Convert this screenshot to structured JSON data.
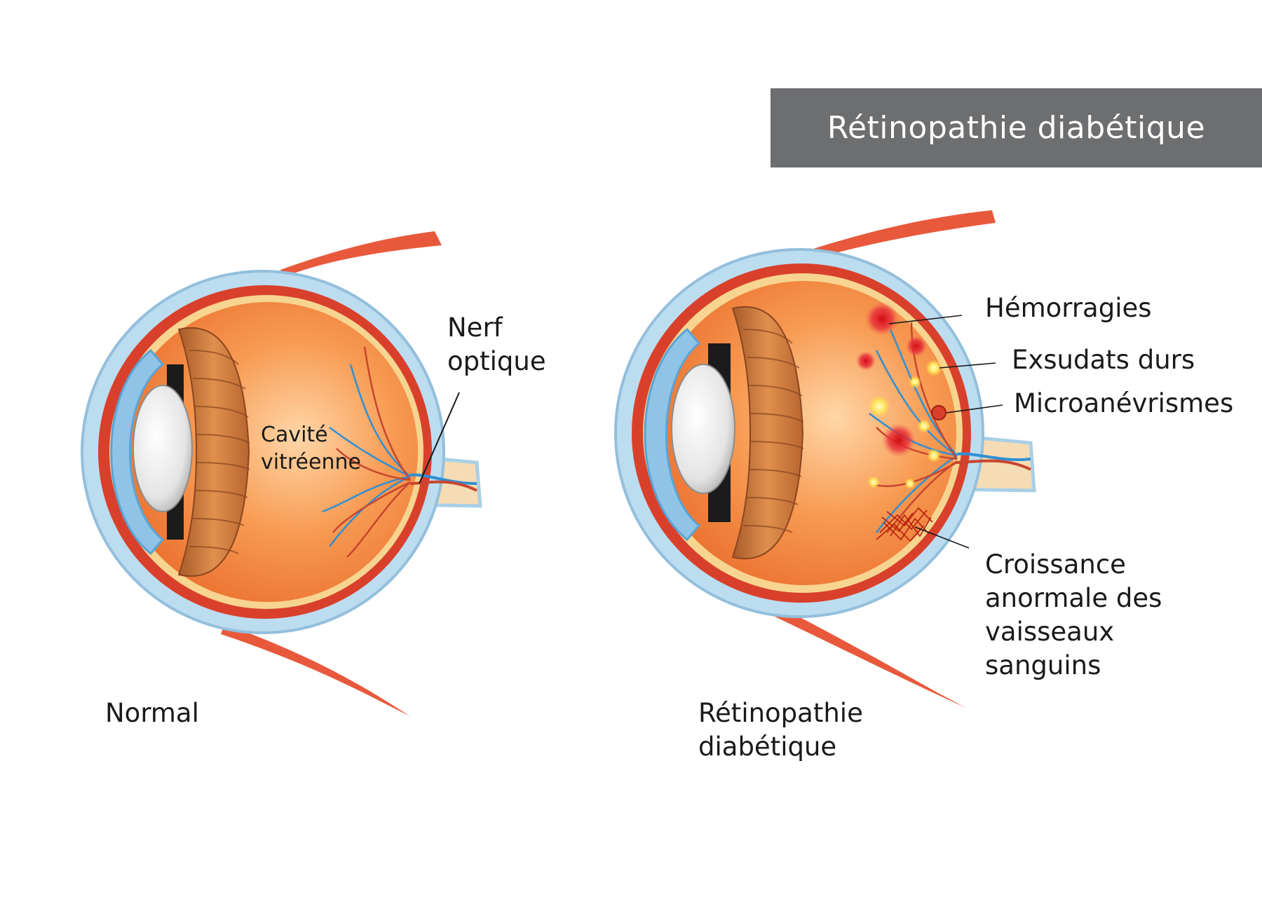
{
  "header": {
    "title": "Rétinopathie diabétique"
  },
  "normal_eye": {
    "caption": "Normal",
    "label_nerve_line1": "Nerf",
    "label_nerve_line2": "optique",
    "label_cavity_line1": "Cavité",
    "label_cavity_line2": "vitréenne"
  },
  "diabetic_eye": {
    "caption_line1": "Rétinopathie",
    "caption_line2": "diabétique",
    "label_hemorrhages": "Hémorragies",
    "label_exudates": "Exsudats durs",
    "label_microaneurysms": "Microanévrismes",
    "label_growth_line1": "Croissance",
    "label_growth_line2": "anormale des",
    "label_growth_line3": "vaisseaux",
    "label_growth_line4": "sanguins"
  },
  "colors": {
    "banner": "#6d6e70",
    "sclera": "#a9cfe6",
    "vitreous": "#f28b44",
    "muscle": "#e8593c",
    "lens_body": "#c9773f",
    "blood": "#d22a1e",
    "vein": "#2f8fd4",
    "exudate": "#ffe86a"
  }
}
